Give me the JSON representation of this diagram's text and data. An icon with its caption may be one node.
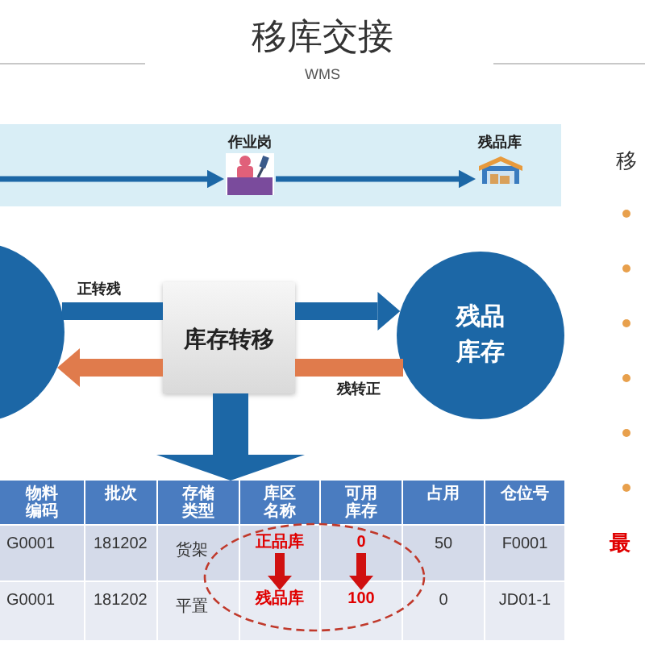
{
  "diagram": {
    "title": "移库交接",
    "nodes": [
      {
        "text": [],
        "shape": "box"
      },
      {
        "text": [
          "作业岗"
        ],
        "in": 0
      },
      {
        "text": [
          "残品库"
        ],
        "in": 0
      },
      {
        "text": [],
        "shape": "circle"
      },
      {
        "text": [
          "库存转移"
        ]
      },
      {
        "text": [
          "残品库存"
        ]
      },
      {
        "text": [],
        "shape": "box"
      },
      {
        "text": [
          "正品库"
        ],
        "in": 6
      },
      {
        "text": [
          "0"
        ],
        "in": 6
      },
      {
        "text": [
          "残品库"
        ],
        "in": 6
      },
      {
        "text": [
          "100"
        ],
        "in": 6
      }
    ],
    "edges": [
      {
        "from": 0,
        "to": 1,
        "arrow": "to"
      },
      {
        "from": 1,
        "to": 2,
        "arrow": "to"
      },
      {
        "from": 3,
        "to": 4,
        "arrow": "none",
        "label": "正转残"
      },
      {
        "from": 4,
        "to": 5,
        "arrow": "to"
      },
      {
        "from": 5,
        "to": 4,
        "arrow": "none",
        "label": "残转正",
        "color": "#e07b4c"
      },
      {
        "from": 4,
        "to": 3,
        "arrow": "to",
        "color": "#e07b4c"
      },
      {
        "from": 4,
        "to": 6,
        "arrow": "to",
        "style": "thick"
      },
      {
        "from": 7,
        "to": 9,
        "arrow": "to",
        "color": "#d01010"
      },
      {
        "from": 8,
        "to": 10,
        "arrow": "to",
        "color": "#d01010"
      }
    ],
    "labels": [
      "WMS",
      "移",
      "物料编码",
      "批次",
      "存储类型",
      "库区名称",
      "可用库存",
      "占用",
      "仓位号",
      "G0001",
      "181202",
      "货架",
      "50",
      "F0001",
      "G0001",
      "181202",
      "平置",
      "0",
      "JD01-1",
      "最"
    ]
  }
}
